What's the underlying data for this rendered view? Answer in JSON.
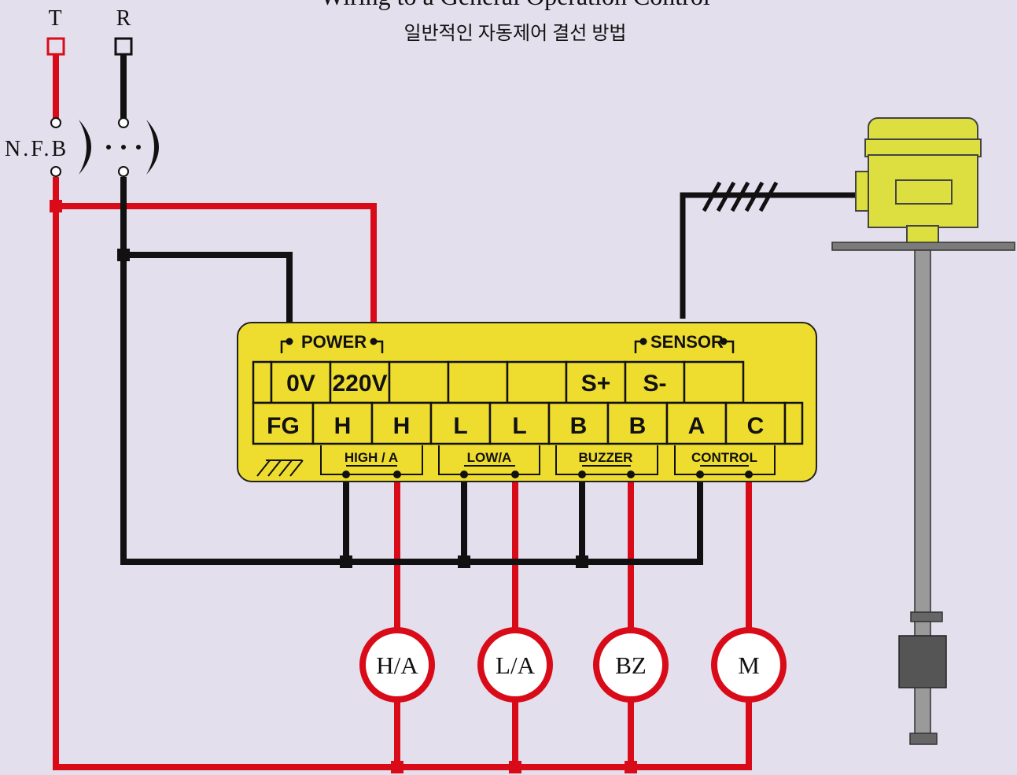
{
  "title": "Wiring to a General Operation Control",
  "subtitle": "일반적인 자동제어 결선 방법",
  "supply": {
    "t_label": "T",
    "r_label": "R",
    "breaker_label": "N.F.B"
  },
  "controller": {
    "power_label": "POWER",
    "sensor_label": "SENSOR",
    "top_row": [
      "",
      "0V",
      "220V",
      "",
      "",
      "",
      "S+",
      "S-",
      ""
    ],
    "bottom_row": [
      "FG",
      "H",
      "H",
      "L",
      "L",
      "B",
      "B",
      "A",
      "C"
    ],
    "groups": [
      "HIGH / A",
      "LOW/A",
      "BUZZER",
      "CONTROL"
    ]
  },
  "loads": [
    "H/A",
    "L/A",
    "BZ",
    "M"
  ],
  "colors": {
    "live": "#d90b18",
    "neutral": "#111111",
    "panel": "#eedc2e",
    "sensor_head": "#dcdf3f",
    "background": "#e3dfed"
  }
}
